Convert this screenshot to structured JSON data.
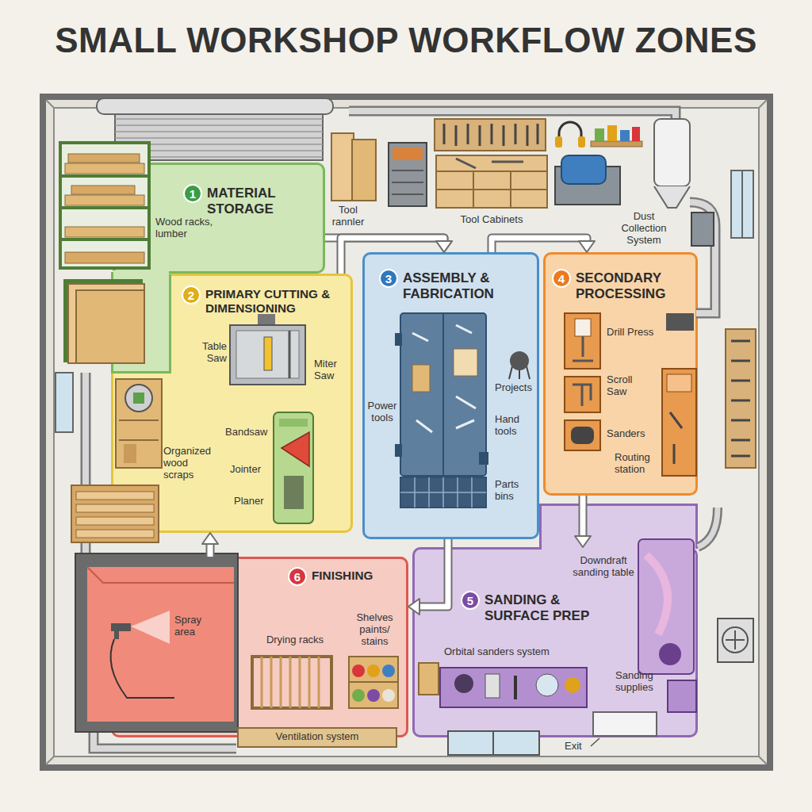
{
  "diagram": {
    "title": "SMALL WORKSHOP WORKFLOW ZONES",
    "nodes": [
      {
        "text": [
          "1",
          "MATERIAL STORAGE"
        ]
      },
      {
        "text": [
          "2",
          "PRIMARY CUTTING & DIMENSIONING"
        ]
      },
      {
        "text": [
          "3",
          "ASSEMBLY & FABRICATION"
        ]
      },
      {
        "text": [
          "4",
          "SECONDARY PROCESSING"
        ]
      },
      {
        "text": [
          "5",
          "SANDING & SURFACE PREP"
        ]
      },
      {
        "text": [
          "6",
          "FINISHING"
        ]
      }
    ],
    "edges": [
      {
        "from": 0,
        "to": 2,
        "arrow": "to"
      },
      {
        "from": 1,
        "to": 2,
        "arrow": "to"
      },
      {
        "from": 2,
        "to": 3,
        "arrow": "to"
      },
      {
        "from": 3,
        "to": 4,
        "arrow": "to"
      },
      {
        "from": 2,
        "to": 5,
        "arrow": "to"
      },
      {
        "from": 5,
        "to": 1,
        "arrow": "to"
      }
    ],
    "labels": [
      "Wood racks, lumber",
      "Tool rannler",
      "Tool Cabinets",
      "Dust Collection System",
      "Table Saw",
      "Miter Saw",
      "Bandsaw",
      "Jointer",
      "Planer",
      "Organized wood scraps",
      "Power tools",
      "Projects",
      "Hand tools",
      "Parts bins",
      "Drill Press",
      "Scroll Saw",
      "Sanders",
      "Routing station",
      "Downdraft sanding table",
      "Orbital sanders system",
      "Sanding supplies",
      "Exit",
      "Spray area",
      "Drying racks",
      "Shelves paints/ stains",
      "Ventilation system"
    ]
  }
}
